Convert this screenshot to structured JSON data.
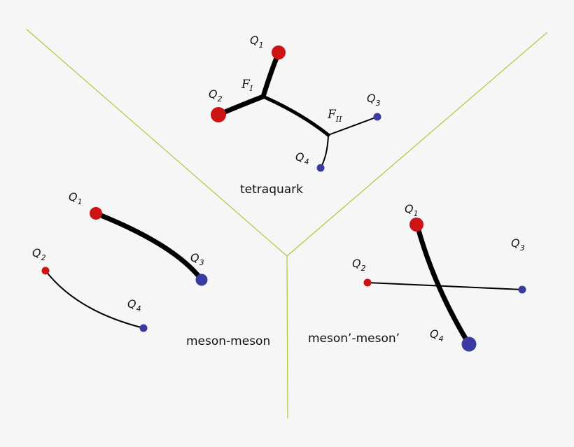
{
  "tetraquark": {
    "label": "tetraquark",
    "q1": {
      "base": "Q",
      "sub": "1"
    },
    "q2": {
      "base": "Q",
      "sub": "2"
    },
    "q3": {
      "base": "Q",
      "sub": "3"
    },
    "q4": {
      "base": "Q",
      "sub": "4"
    },
    "fI": {
      "base": "F",
      "sub": "I"
    },
    "fII": {
      "base": "F",
      "sub": "II"
    }
  },
  "meson_meson": {
    "label": "meson-meson",
    "q1": {
      "base": "Q",
      "sub": "1"
    },
    "q2": {
      "base": "Q",
      "sub": "2"
    },
    "q3": {
      "base": "Q",
      "sub": "3"
    },
    "q4": {
      "base": "Q",
      "sub": "4"
    }
  },
  "meson_prime": {
    "label": "meson’-meson’",
    "q1": {
      "base": "Q",
      "sub": "1"
    },
    "q2": {
      "base": "Q",
      "sub": "2"
    },
    "q3": {
      "base": "Q",
      "sub": "3"
    },
    "q4": {
      "base": "Q",
      "sub": "4"
    }
  },
  "colors": {
    "quark_red": "#cc1414",
    "quark_blue": "#3a3aa0",
    "divider": "#a8cc3a",
    "background": "#f6f6f6"
  }
}
